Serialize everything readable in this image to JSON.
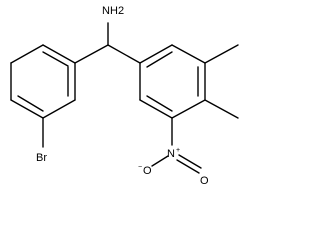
{
  "molecule": {
    "atoms": {
      "amine": {
        "symbol": "N",
        "subscript": "H2"
      },
      "bromine": {
        "symbol": "Br"
      },
      "nitro_nitrogen": {
        "symbol": "N",
        "charge": "+"
      },
      "nitro_oxygen_single": {
        "symbol": "O",
        "charge": "−"
      },
      "nitro_oxygen_double": {
        "symbol": "O"
      }
    }
  }
}
